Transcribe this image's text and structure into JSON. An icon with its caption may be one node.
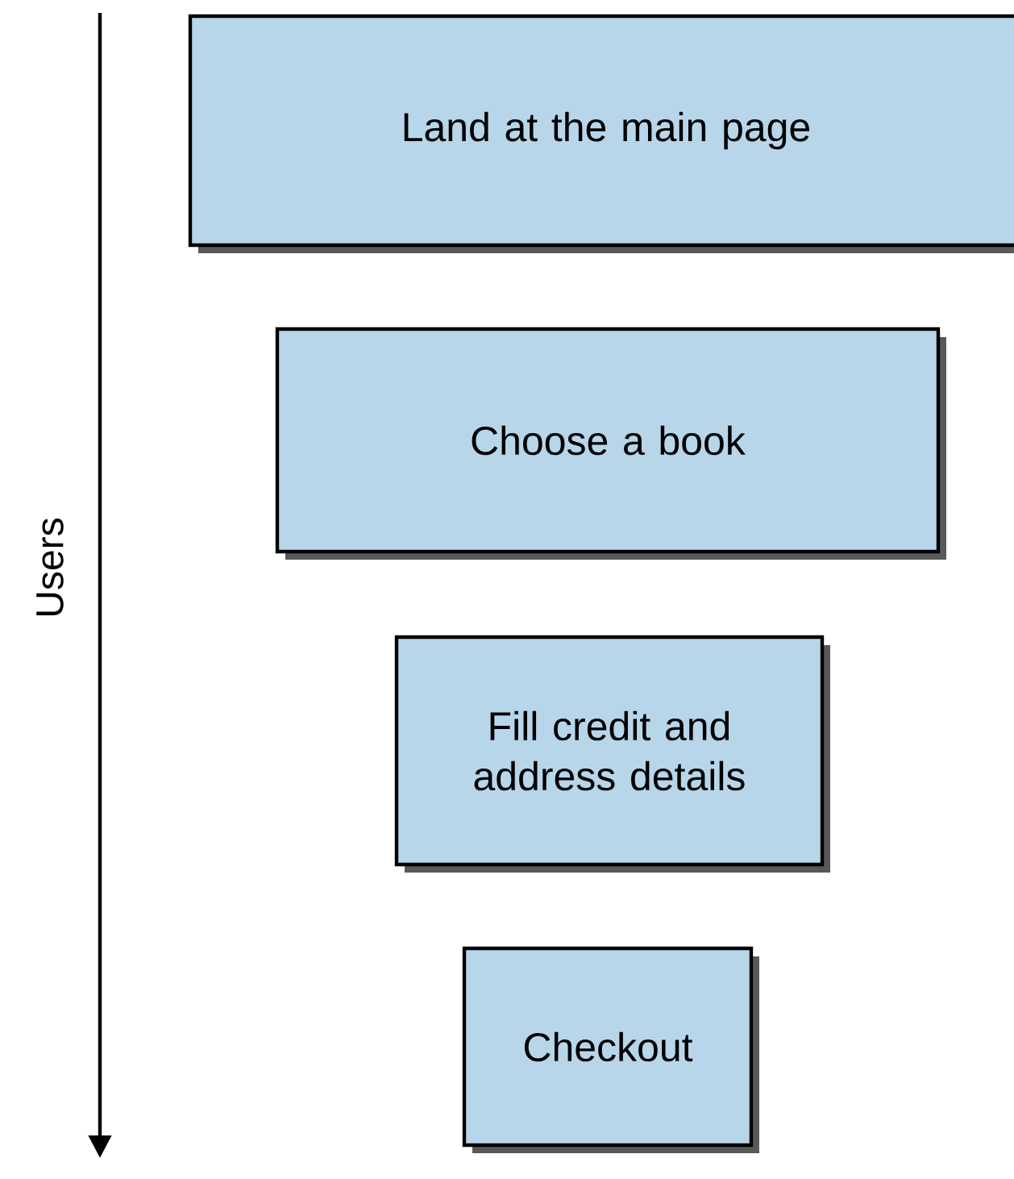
{
  "diagram": {
    "nodes": [
      {
        "text": [
          "Land at the main page"
        ]
      },
      {
        "text": [
          "Choose a book"
        ]
      },
      {
        "text": [
          "Fill credit and address details"
        ]
      },
      {
        "text": [
          "Checkout"
        ]
      }
    ],
    "labels": [
      "Users"
    ]
  }
}
